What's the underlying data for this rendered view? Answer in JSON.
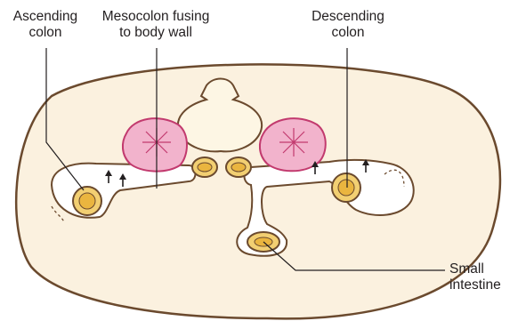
{
  "labels": {
    "ascending_colon": [
      "Ascending",
      "colon"
    ],
    "mesocolon": [
      "Mesocolon fusing",
      "to body wall"
    ],
    "descending_colon": [
      "Descending",
      "colon"
    ],
    "small_intestine": [
      "Small",
      "intestine"
    ]
  },
  "colors": {
    "body_fill": "#fbf1df",
    "outline": "#6b4a2e",
    "cavity_fill": "#ffffff",
    "gut_fill": "#f2cf72",
    "gut_inner": "#eab53f",
    "kidney_fill": "#f2b3cc",
    "kidney_stroke": "#c23a6e",
    "bone_fill": "#fdf6e4",
    "leader_line": "#231f20"
  }
}
